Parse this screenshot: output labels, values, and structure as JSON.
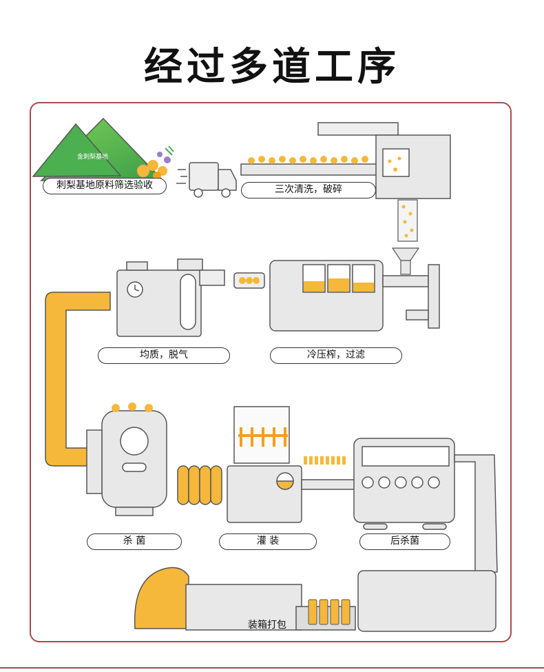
{
  "title": "经过多道工序",
  "colors": {
    "accent_orange": "#f5b83a",
    "frame_border": "#a84b4b",
    "mountain_green": "#4caf50",
    "machine_gray": "#e8e8e8",
    "outline": "#555555"
  },
  "steps": {
    "harvest": "刺梨基地原料筛选验收",
    "mountain_tag": "金刺梨基地",
    "wash": "三次清洗，破碎",
    "homogenize": "均质，脱气",
    "press": "冷压榨，过滤",
    "sterilize": "杀 菌",
    "fill": "灌 装",
    "post_sterilize": "后杀菌",
    "pack": "装箱打包"
  }
}
